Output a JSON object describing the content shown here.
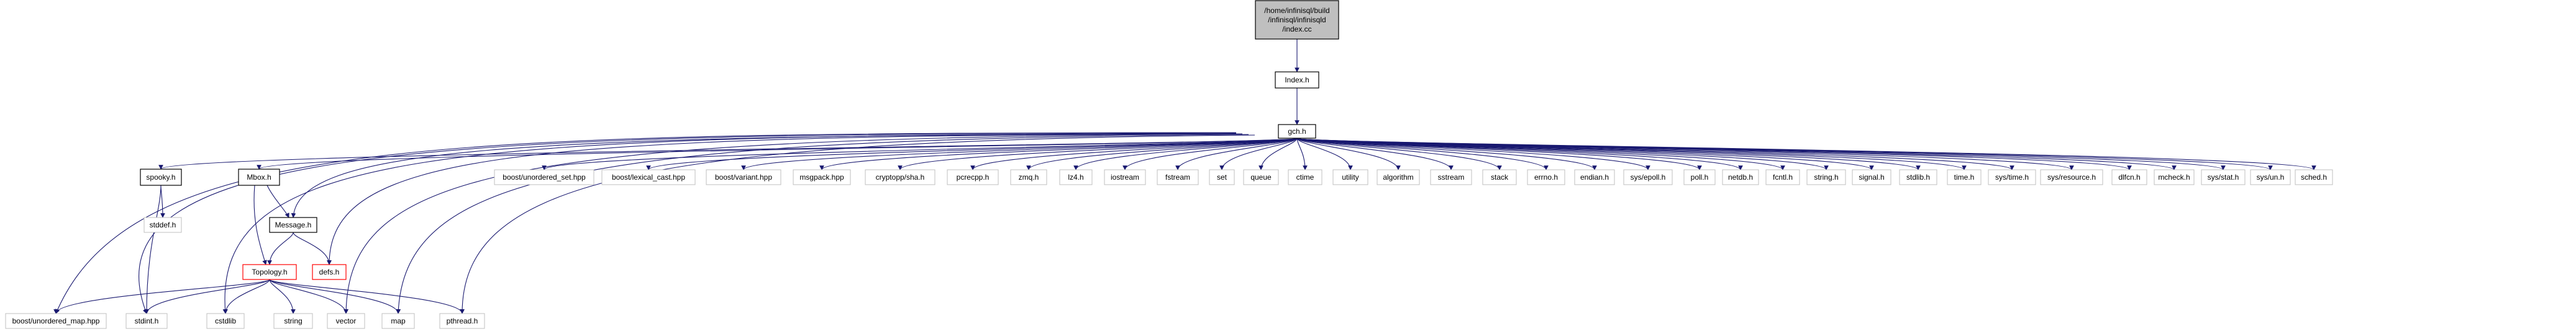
{
  "graph": {
    "colors": {
      "edge": "#191970",
      "root_fill": "#bfbfbf",
      "border_default": "#000000",
      "border_gray": "#bfbfbf",
      "border_red": "#ff0000",
      "text": "#000000"
    },
    "nodes": [
      {
        "id": "index_cc",
        "label": "/home/infinisql/build\n/infinisql/infinisqld\n/index.cc",
        "style": "root"
      },
      {
        "id": "index_h",
        "label": "Index.h",
        "style": "box"
      },
      {
        "id": "gch_h",
        "label": "gch.h",
        "style": "box"
      },
      {
        "id": "spooky_h",
        "label": "spooky.h",
        "style": "box"
      },
      {
        "id": "mbox_h",
        "label": "Mbox.h",
        "style": "box"
      },
      {
        "id": "message_h",
        "label": "Message.h",
        "style": "box"
      },
      {
        "id": "topology_h",
        "label": "Topology.h",
        "style": "red"
      },
      {
        "id": "defs_h",
        "label": "defs.h",
        "style": "red"
      },
      {
        "id": "stddef_h",
        "label": "stddef.h",
        "style": "gray"
      },
      {
        "id": "boost_unordered_map",
        "label": "boost/unordered_map.hpp",
        "style": "gray"
      },
      {
        "id": "stdint_h",
        "label": "stdint.h",
        "style": "gray"
      },
      {
        "id": "cstdlib",
        "label": "cstdlib",
        "style": "gray"
      },
      {
        "id": "string",
        "label": "string",
        "style": "gray"
      },
      {
        "id": "vector",
        "label": "vector",
        "style": "gray"
      },
      {
        "id": "map",
        "label": "map",
        "style": "gray"
      },
      {
        "id": "pthread_h",
        "label": "pthread.h",
        "style": "gray"
      },
      {
        "id": "boost_unordered_set",
        "label": "boost/unordered_set.hpp",
        "style": "gray"
      },
      {
        "id": "boost_lexical_cast",
        "label": "boost/lexical_cast.hpp",
        "style": "gray"
      },
      {
        "id": "boost_variant",
        "label": "boost/variant.hpp",
        "style": "gray"
      },
      {
        "id": "msgpack",
        "label": "msgpack.hpp",
        "style": "gray"
      },
      {
        "id": "cryptopp_sha",
        "label": "cryptopp/sha.h",
        "style": "gray"
      },
      {
        "id": "pcrecpp",
        "label": "pcrecpp.h",
        "style": "gray"
      },
      {
        "id": "zmq",
        "label": "zmq.h",
        "style": "gray"
      },
      {
        "id": "lz4",
        "label": "lz4.h",
        "style": "gray"
      },
      {
        "id": "iostream",
        "label": "iostream",
        "style": "gray"
      },
      {
        "id": "fstream",
        "label": "fstream",
        "style": "gray"
      },
      {
        "id": "set",
        "label": "set",
        "style": "gray"
      },
      {
        "id": "queue",
        "label": "queue",
        "style": "gray"
      },
      {
        "id": "ctime",
        "label": "ctime",
        "style": "gray"
      },
      {
        "id": "utility",
        "label": "utility",
        "style": "gray"
      },
      {
        "id": "algorithm",
        "label": "algorithm",
        "style": "gray"
      },
      {
        "id": "sstream",
        "label": "sstream",
        "style": "gray"
      },
      {
        "id": "stack",
        "label": "stack",
        "style": "gray"
      },
      {
        "id": "errno",
        "label": "errno.h",
        "style": "gray"
      },
      {
        "id": "endian",
        "label": "endian.h",
        "style": "gray"
      },
      {
        "id": "sys_epoll",
        "label": "sys/epoll.h",
        "style": "gray"
      },
      {
        "id": "poll",
        "label": "poll.h",
        "style": "gray"
      },
      {
        "id": "netdb",
        "label": "netdb.h",
        "style": "gray"
      },
      {
        "id": "fcntl",
        "label": "fcntl.h",
        "style": "gray"
      },
      {
        "id": "string_h",
        "label": "string.h",
        "style": "gray"
      },
      {
        "id": "signal",
        "label": "signal.h",
        "style": "gray"
      },
      {
        "id": "stdlib",
        "label": "stdlib.h",
        "style": "gray"
      },
      {
        "id": "time",
        "label": "time.h",
        "style": "gray"
      },
      {
        "id": "sys_time",
        "label": "sys/time.h",
        "style": "gray"
      },
      {
        "id": "sys_resource",
        "label": "sys/resource.h",
        "style": "gray"
      },
      {
        "id": "dlfcn",
        "label": "dlfcn.h",
        "style": "gray"
      },
      {
        "id": "mcheck",
        "label": "mcheck.h",
        "style": "gray"
      },
      {
        "id": "sys_stat",
        "label": "sys/stat.h",
        "style": "gray"
      },
      {
        "id": "sys_un",
        "label": "sys/un.h",
        "style": "gray"
      },
      {
        "id": "sched",
        "label": "sched.h",
        "style": "gray"
      }
    ],
    "edges": [
      [
        "index_cc",
        "index_h"
      ],
      [
        "index_h",
        "gch_h"
      ],
      [
        "gch_h",
        "spooky_h"
      ],
      [
        "gch_h",
        "mbox_h"
      ],
      [
        "gch_h",
        "message_h"
      ],
      [
        "gch_h",
        "defs_h"
      ],
      [
        "gch_h",
        "boost_unordered_map"
      ],
      [
        "gch_h",
        "stdint_h"
      ],
      [
        "gch_h",
        "cstdlib"
      ],
      [
        "gch_h",
        "vector"
      ],
      [
        "gch_h",
        "map"
      ],
      [
        "gch_h",
        "pthread_h"
      ],
      [
        "gch_h",
        "boost_unordered_set"
      ],
      [
        "gch_h",
        "boost_lexical_cast"
      ],
      [
        "gch_h",
        "boost_variant"
      ],
      [
        "gch_h",
        "msgpack"
      ],
      [
        "gch_h",
        "cryptopp_sha"
      ],
      [
        "gch_h",
        "pcrecpp"
      ],
      [
        "gch_h",
        "zmq"
      ],
      [
        "gch_h",
        "lz4"
      ],
      [
        "gch_h",
        "iostream"
      ],
      [
        "gch_h",
        "fstream"
      ],
      [
        "gch_h",
        "set"
      ],
      [
        "gch_h",
        "queue"
      ],
      [
        "gch_h",
        "ctime"
      ],
      [
        "gch_h",
        "utility"
      ],
      [
        "gch_h",
        "algorithm"
      ],
      [
        "gch_h",
        "sstream"
      ],
      [
        "gch_h",
        "stack"
      ],
      [
        "gch_h",
        "errno"
      ],
      [
        "gch_h",
        "endian"
      ],
      [
        "gch_h",
        "sys_epoll"
      ],
      [
        "gch_h",
        "poll"
      ],
      [
        "gch_h",
        "netdb"
      ],
      [
        "gch_h",
        "fcntl"
      ],
      [
        "gch_h",
        "string_h"
      ],
      [
        "gch_h",
        "signal"
      ],
      [
        "gch_h",
        "stdlib"
      ],
      [
        "gch_h",
        "time"
      ],
      [
        "gch_h",
        "sys_time"
      ],
      [
        "gch_h",
        "sys_resource"
      ],
      [
        "gch_h",
        "dlfcn"
      ],
      [
        "gch_h",
        "mcheck"
      ],
      [
        "gch_h",
        "sys_stat"
      ],
      [
        "gch_h",
        "sys_un"
      ],
      [
        "gch_h",
        "sched"
      ],
      [
        "spooky_h",
        "stddef_h"
      ],
      [
        "spooky_h",
        "stdint_h"
      ],
      [
        "mbox_h",
        "message_h"
      ],
      [
        "mbox_h",
        "topology_h"
      ],
      [
        "message_h",
        "topology_h"
      ],
      [
        "message_h",
        "defs_h"
      ],
      [
        "topology_h",
        "boost_unordered_map"
      ],
      [
        "topology_h",
        "stdint_h"
      ],
      [
        "topology_h",
        "cstdlib"
      ],
      [
        "topology_h",
        "string"
      ],
      [
        "topology_h",
        "vector"
      ],
      [
        "topology_h",
        "map"
      ],
      [
        "topology_h",
        "pthread_h"
      ]
    ]
  }
}
